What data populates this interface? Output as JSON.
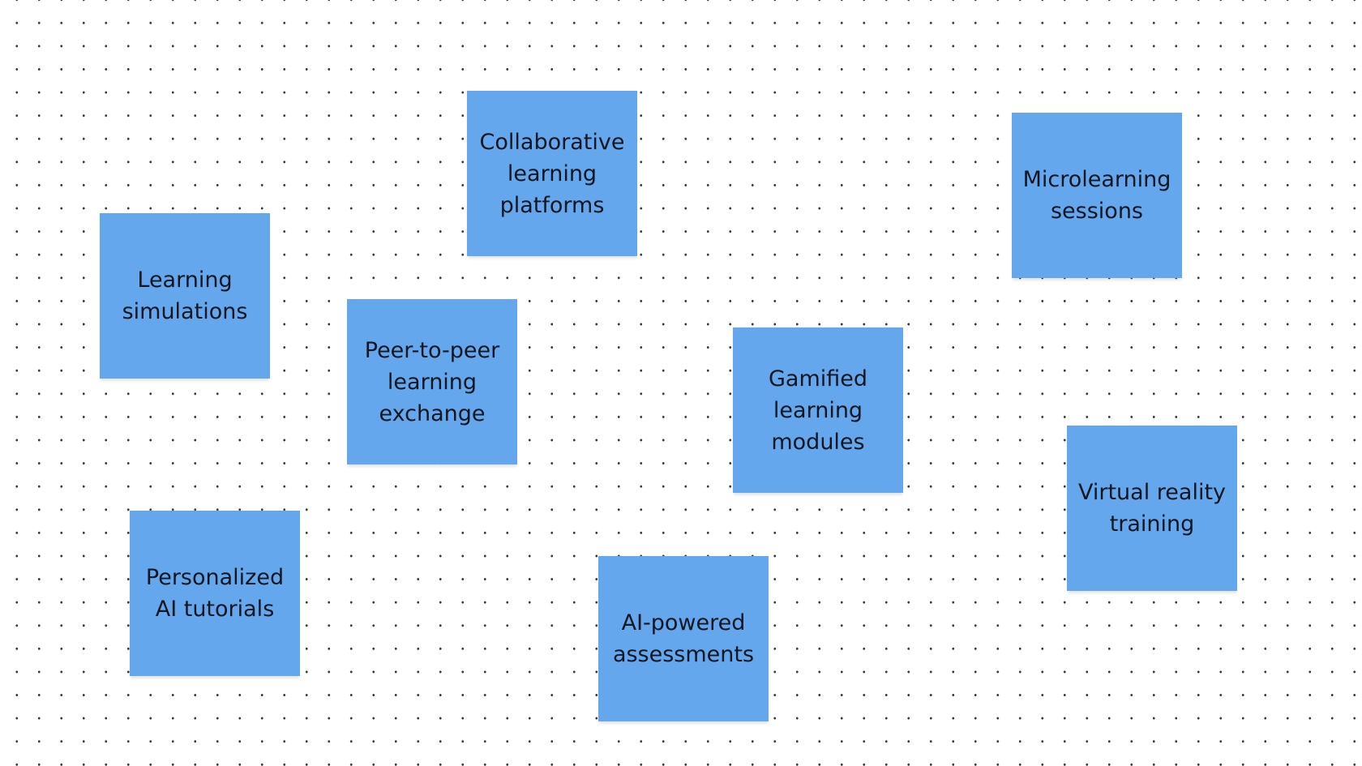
{
  "board": {
    "background_color": "#ffffff",
    "dot_color": "#3a3a3a",
    "sticky_color": "#64a7ec",
    "text_color": "#111722"
  },
  "notes": [
    {
      "text": "Collaborative\nlearning\nplatforms"
    },
    {
      "text": "Microlearning\nsessions"
    },
    {
      "text": "Learning\nsimulations"
    },
    {
      "text": "Peer-to-peer\nlearning\nexchange"
    },
    {
      "text": "Gamified\nlearning\nmodules"
    },
    {
      "text": "Virtual reality\ntraining"
    },
    {
      "text": "Personalized\nAI tutorials"
    },
    {
      "text": "AI-powered\nassessments"
    }
  ]
}
